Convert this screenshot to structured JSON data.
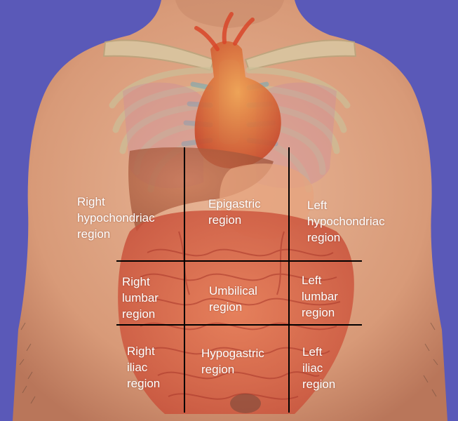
{
  "image": {
    "subject": "anterior torso with abdominal organs shown",
    "background_color": "#5a59b8",
    "grid_line_color": "#000000"
  },
  "regions": {
    "right_hypochondriac": "Right\nhypochondriac\nregion",
    "epigastric": "Epigastric\nregion",
    "left_hypochondriac": "Left\nhypochondriac\nregion",
    "right_lumbar": "Right\nlumbar\nregion",
    "umbilical": "Umbilical\nregion",
    "left_lumbar": "Left\nlumbar\nregion",
    "right_iliac": "Right\niliac\nregion",
    "hypogastric": "Hypogastric\nregion",
    "left_iliac": "Left\niliac\nregion"
  }
}
